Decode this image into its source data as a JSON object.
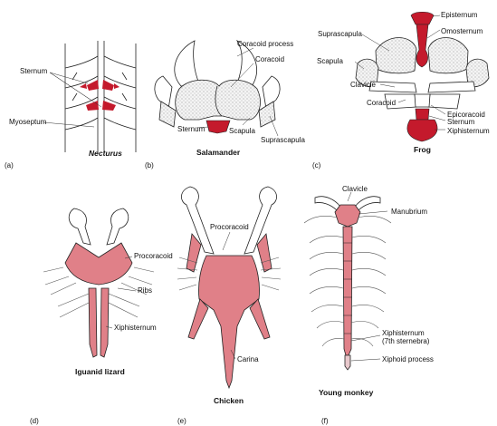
{
  "colors": {
    "sternum_red": "#c41a2c",
    "sternum_pink": "#e08088"
  },
  "panel_a": {
    "letter": "(a)",
    "title": "Necturus",
    "labels": {
      "sternum": "Sternum",
      "myoseptum": "Myoseptum"
    }
  },
  "panel_b": {
    "letter": "(b)",
    "title": "Salamander",
    "labels": {
      "coracoid_process": "Coracoid process",
      "coracoid": "Coracoid",
      "sternum": "Sternum",
      "scapula": "Scapula",
      "suprascapula": "Suprascapula"
    }
  },
  "panel_c": {
    "letter": "(c)",
    "title": "Frog",
    "labels": {
      "episternum": "Episternum",
      "omosternum": "Omosternum",
      "suprascapula": "Suprascapula",
      "scapula": "Scapula",
      "clavicle": "Clavicle",
      "coracoid": "Coracoid",
      "epicoracoid": "Epicoracoid",
      "sternum": "Sternum",
      "xiphisternum": "Xiphisternum"
    }
  },
  "panel_d": {
    "letter": "(d)",
    "title": "Iguanid lizard",
    "labels": {
      "procoracoid": "Procoracoid",
      "ribs": "Ribs",
      "xiphisternum": "Xiphisternum"
    }
  },
  "panel_e": {
    "letter": "(e)",
    "title": "Chicken",
    "labels": {
      "procoracoid": "Procoracoid",
      "carina": "Carina"
    }
  },
  "panel_f": {
    "letter": "(f)",
    "title": "Young monkey",
    "labels": {
      "clavicle": "Clavicle",
      "manubrium": "Manubrium",
      "xiphisternum": "Xiphisternum",
      "seventh_sternebra": "(7th sternebra)",
      "xiphoid_process": "Xiphoid process"
    }
  }
}
